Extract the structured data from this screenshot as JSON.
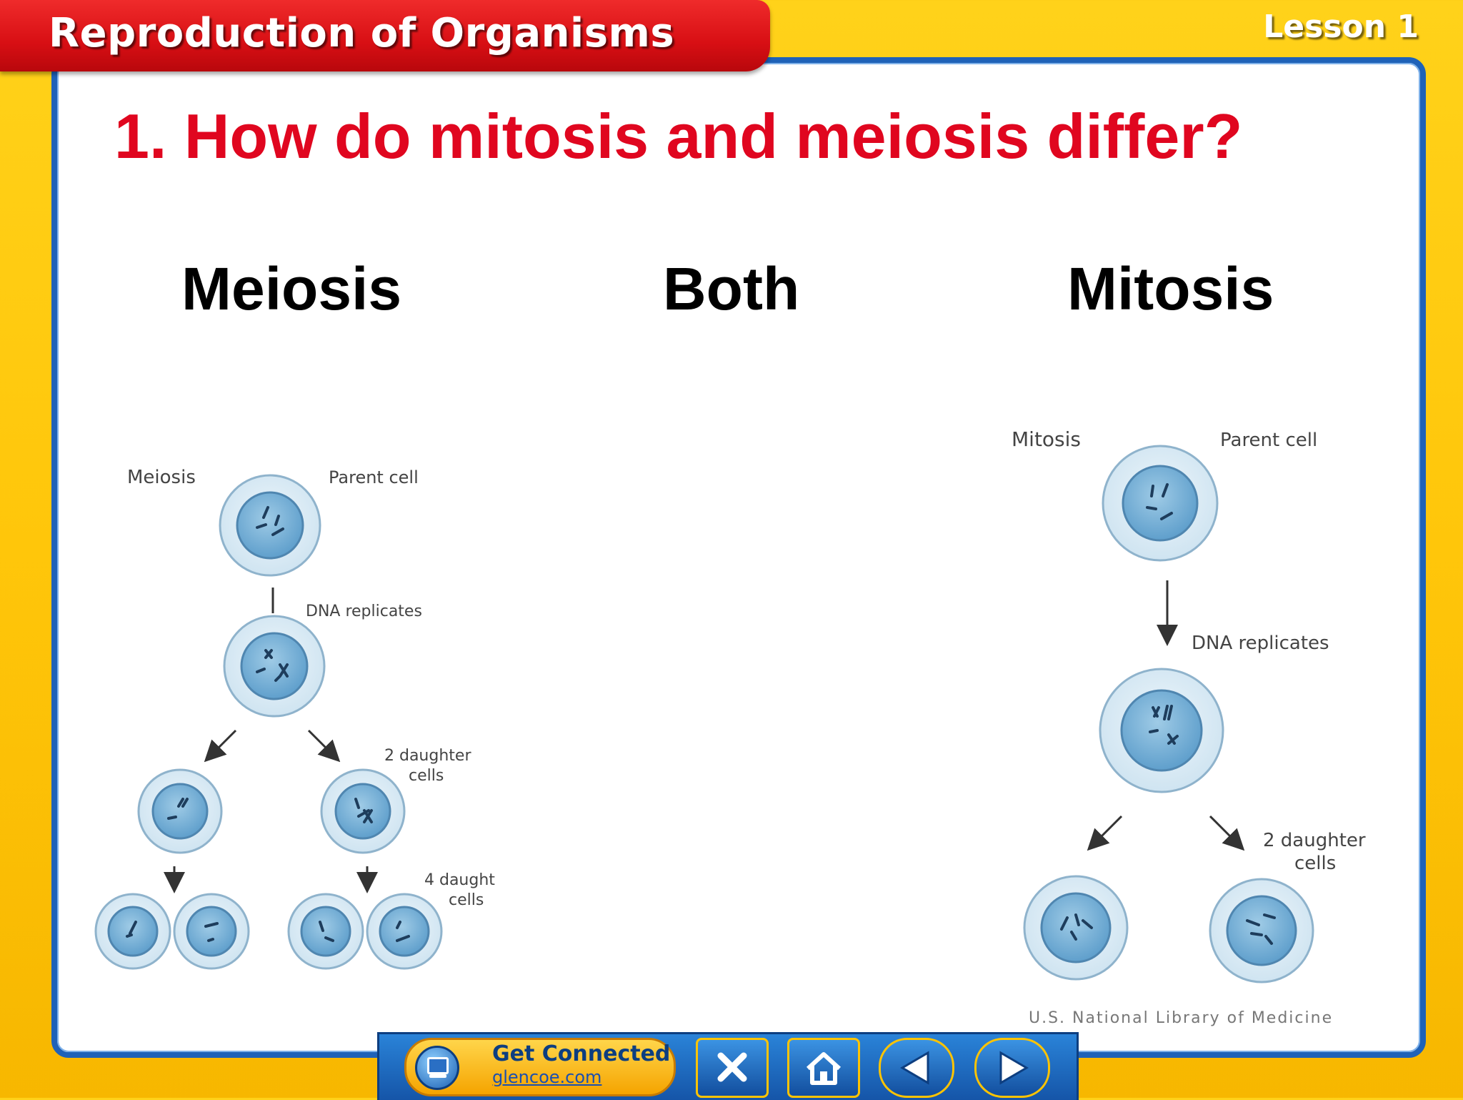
{
  "header": {
    "title": "Reproduction of Organisms",
    "lesson": "Lesson 1"
  },
  "question": "1. How do mitosis and meiosis differ?",
  "columns": [
    "Meiosis",
    "Both",
    "Mitosis"
  ],
  "meiosis_diagram": {
    "title": "Meiosis",
    "parent_label": "Parent cell",
    "step1": "DNA replicates",
    "step2_line1": "2 daughter",
    "step2_line2": "cells",
    "step3_line1": "4 daught",
    "step3_line2": "cells"
  },
  "mitosis_diagram": {
    "title": "Mitosis",
    "parent_label": "Parent cell",
    "step1": "DNA replicates",
    "step2_line1": "2 daughter",
    "step2_line2": "cells"
  },
  "credit": "U.S. National Library of Medicine",
  "footer": {
    "get_connected": "Get Connected",
    "site": "glencoe.com",
    "buttons": [
      "close-icon",
      "home-icon",
      "previous-icon",
      "next-icon"
    ]
  },
  "colors": {
    "title_red": "#e0061f",
    "banner_red": "#d80f14",
    "frame_yellow": "#ffc60a",
    "nav_blue": "#1555a8",
    "cell_blue": "#7fb8dc"
  }
}
